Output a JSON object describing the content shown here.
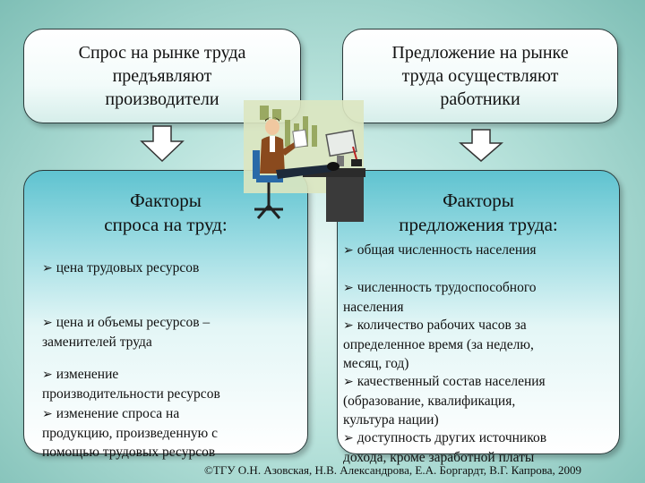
{
  "demand": {
    "header": "Спрос на рынке труда\nпредъявляют\nпроизводители",
    "title": "Факторы\nспроса на труд:",
    "items": [
      "цена  трудовых ресурсов",
      "цена и объемы ресурсов –\nзаменителей труда",
      "изменение\nпроизводительности ресурсов",
      "изменение спроса на\nпродукцию, произведенную с\nпомощью трудовых ресурсов"
    ]
  },
  "supply": {
    "header": "Предложение на рынке\nтруда осуществляют\nработники",
    "title": "Факторы\nпредложения труда:",
    "items": [
      "общая численность населения",
      "численность трудоспособного\nнаселения",
      "количество рабочих часов за\nопределенное время (за неделю,\nмесяц, год)",
      "качественный состав населения\n(образование, квалификация,\nкультура нации)",
      "доступность других источников\nдохода, кроме заработной платы"
    ]
  },
  "footer": "©ТГУ  О.Н. Азовская, Н.В. Александрова, Е.А. Боргардт, В.Г. Капрова, 2009",
  "colors": {
    "box_top": "#5fc3d0",
    "background": "#b9e3dc"
  }
}
